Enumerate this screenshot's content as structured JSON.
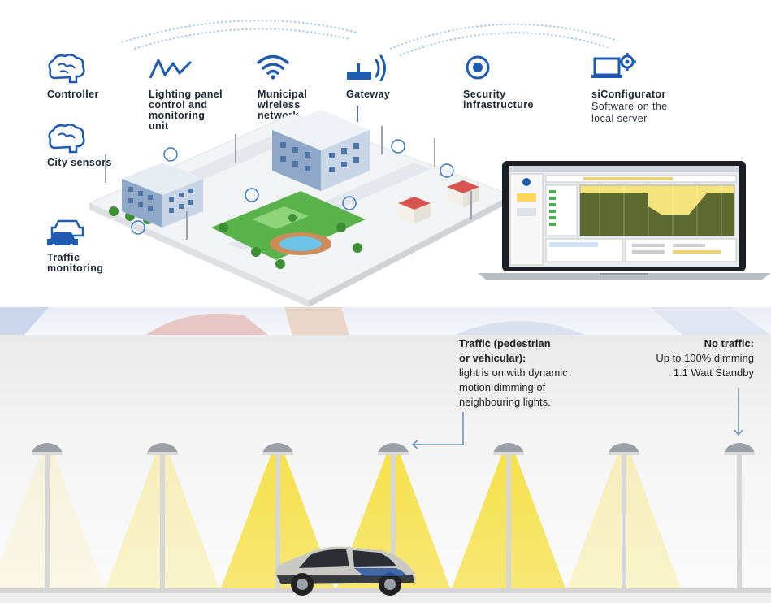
{
  "top": {
    "labels": {
      "controller": "Controller",
      "lighting_panel": [
        "Lighting panel",
        "control and",
        "monitoring",
        "unit"
      ],
      "municipal_wireless": [
        "Municipal",
        "wireless",
        "network"
      ],
      "gateway": "Gateway",
      "security": [
        "Security",
        "infrastructure"
      ],
      "configurator_title": "siConfigurator",
      "configurator_sub": [
        "Software on the",
        "local server"
      ],
      "city_sensors": "City sensors",
      "traffic_monitoring": [
        "Traffic",
        "monitoring"
      ]
    },
    "colors": {
      "label_text": "#1a2633",
      "icon_blue": "#1e5bb0",
      "signal_blue": "#3a78c4"
    }
  },
  "bottom": {
    "traffic_title": [
      "Traffic (pedestrian",
      "or vehicular):"
    ],
    "traffic_desc": [
      "light is on with dynamic",
      "motion dimming of",
      "neighbouring lights."
    ],
    "no_traffic_title": "No traffic:",
    "no_traffic_desc": [
      "Up to 100% dimming",
      "1.1 Watt Standby"
    ],
    "lamp_levels": [
      0.15,
      0.35,
      1.0,
      1.0,
      1.0,
      0.35,
      0.0
    ],
    "colors": {
      "beam": "#f5e14a",
      "pole": "#d8d8d8",
      "arrow": "#6b8fb5"
    }
  }
}
